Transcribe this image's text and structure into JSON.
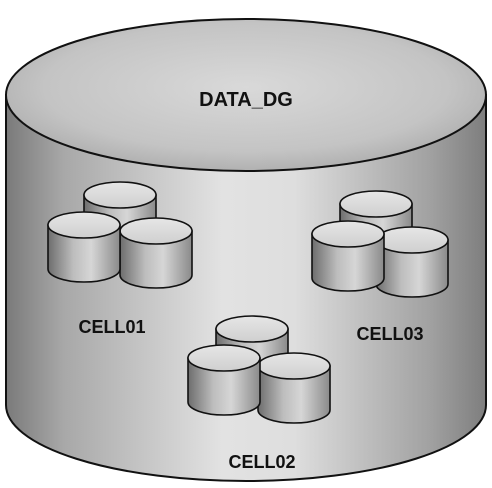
{
  "diskgroup": {
    "label": "DATA_DG",
    "icon": "cylinder-icon"
  },
  "cells": [
    {
      "label": "CELL01",
      "icon": "disk-stack-icon"
    },
    {
      "label": "CELL02",
      "icon": "disk-stack-icon"
    },
    {
      "label": "CELL03",
      "icon": "disk-stack-icon"
    }
  ],
  "colors": {
    "outline": "#111111",
    "background": "#ffffff"
  }
}
